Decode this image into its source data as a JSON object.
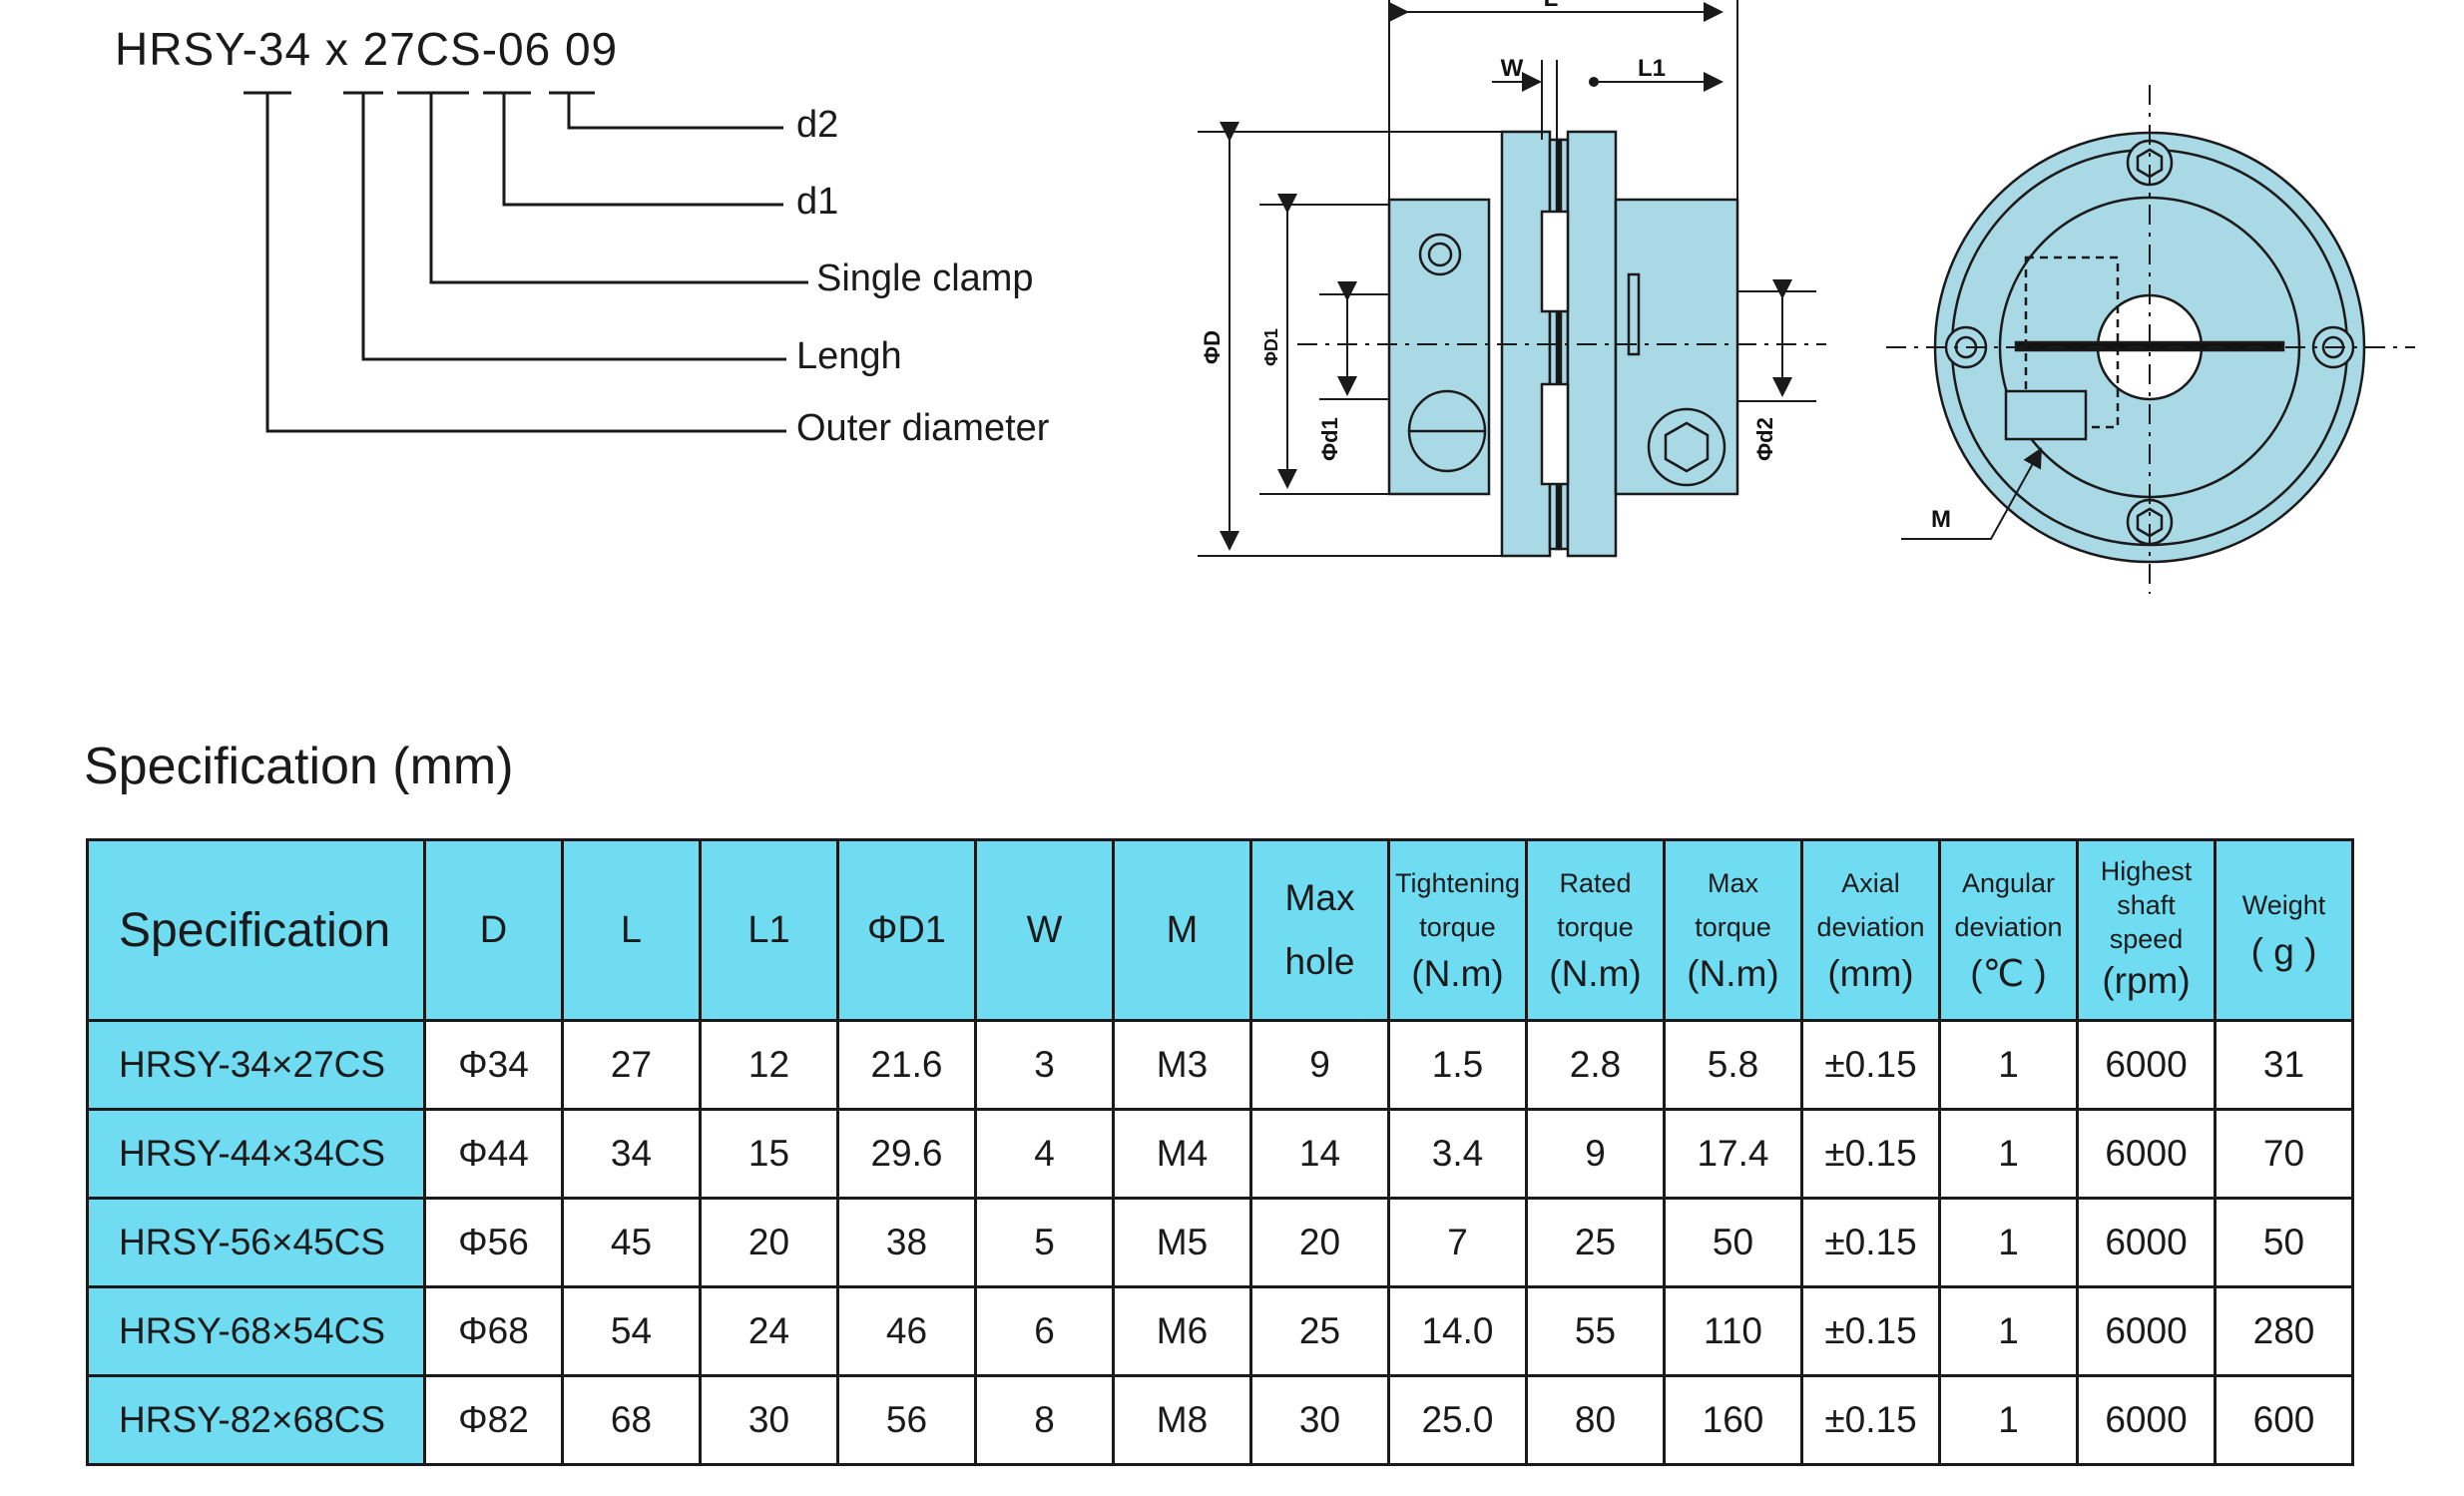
{
  "part_code": {
    "text": "HRSY-34 x 27CS-06 09",
    "labels": [
      "d2",
      "d1",
      "Single clamp",
      "Lengh",
      "Outer diameter"
    ]
  },
  "drawing_labels": {
    "L": "L",
    "W": "W",
    "L1": "L1",
    "D": "ΦD",
    "D1": "ΦD1",
    "d1": "Φd1",
    "d2": "Φd2",
    "M": "M"
  },
  "colors": {
    "coupling_fill": "#aad9e6",
    "header_fill": "#6fdcf2",
    "line": "#1a1a1a"
  },
  "spec": {
    "title": "Specification (mm)",
    "headers": {
      "specification": "Specification",
      "D": "D",
      "L": "L",
      "L1": "L1",
      "D1": "ΦD1",
      "W": "W",
      "M": "M",
      "max_hole_1": "Max",
      "max_hole_2": "hole",
      "tightening_1": "Tightening",
      "tightening_2": "torque",
      "tightening_unit": "(N.m)",
      "rated_1": "Rated",
      "rated_2": "torque",
      "rated_unit": "(N.m)",
      "maxtorque_1": "Max",
      "maxtorque_2": "torque",
      "maxtorque_unit": "(N.m)",
      "axial_1": "Axial",
      "axial_2": "deviation",
      "axial_unit": "(mm)",
      "angular_1": "Angular",
      "angular_2": "deviation",
      "angular_unit": "(℃ )",
      "speed_1": "Highest",
      "speed_2": "shaft",
      "speed_3": "speed",
      "speed_unit": "(rpm)",
      "weight_1": "Weight",
      "weight_unit": "( g )"
    },
    "rows": [
      [
        "HRSY-34×27CS",
        "Φ34",
        "27",
        "12",
        "21.6",
        "3",
        "M3",
        "9",
        "1.5",
        "2.8",
        "5.8",
        "±0.15",
        "1",
        "6000",
        "31"
      ],
      [
        "HRSY-44×34CS",
        "Φ44",
        "34",
        "15",
        "29.6",
        "4",
        "M4",
        "14",
        "3.4",
        "9",
        "17.4",
        "±0.15",
        "1",
        "6000",
        "70"
      ],
      [
        "HRSY-56×45CS",
        "Φ56",
        "45",
        "20",
        "38",
        "5",
        "M5",
        "20",
        "7",
        "25",
        "50",
        "±0.15",
        "1",
        "6000",
        "50"
      ],
      [
        "HRSY-68×54CS",
        "Φ68",
        "54",
        "24",
        "46",
        "6",
        "M6",
        "25",
        "14.0",
        "55",
        "110",
        "±0.15",
        "1",
        "6000",
        "280"
      ],
      [
        "HRSY-82×68CS",
        "Φ82",
        "68",
        "30",
        "56",
        "8",
        "M8",
        "30",
        "25.0",
        "80",
        "160",
        "±0.15",
        "1",
        "6000",
        "600"
      ]
    ]
  }
}
